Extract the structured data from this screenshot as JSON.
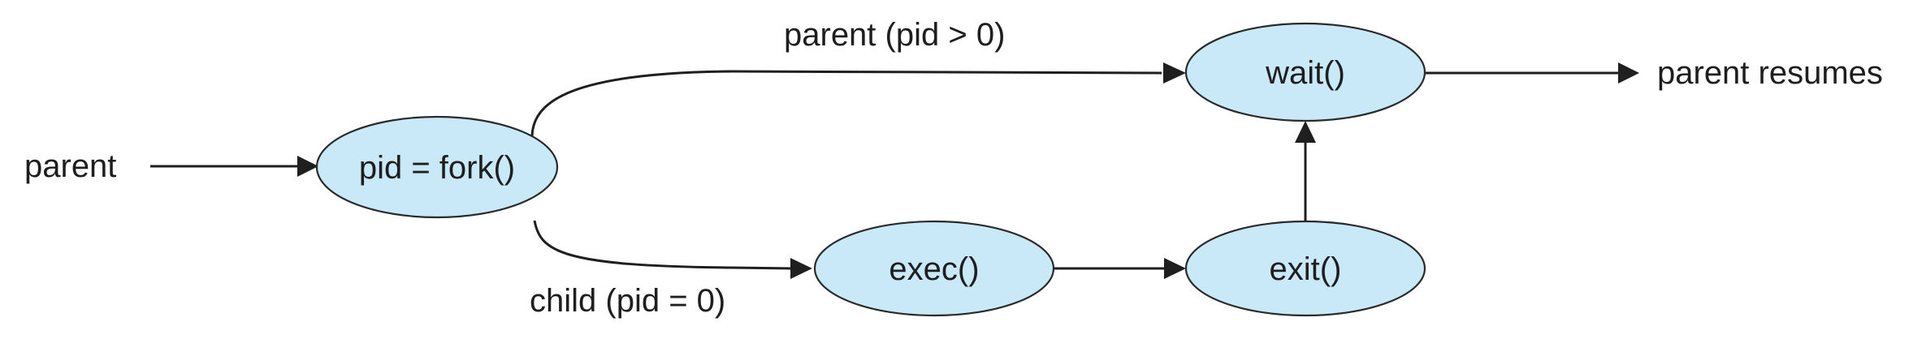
{
  "nodes": {
    "fork": "pid = fork()",
    "wait": "wait()",
    "exec": "exec()",
    "exit": "exit()"
  },
  "labels": {
    "parent_in": "parent",
    "parent_branch": "parent (pid > 0)",
    "child_branch": "child (pid = 0)",
    "parent_resumes": "parent resumes"
  },
  "colors": {
    "node_fill": "#c9e8f8",
    "stroke": "#1f1f1f"
  }
}
